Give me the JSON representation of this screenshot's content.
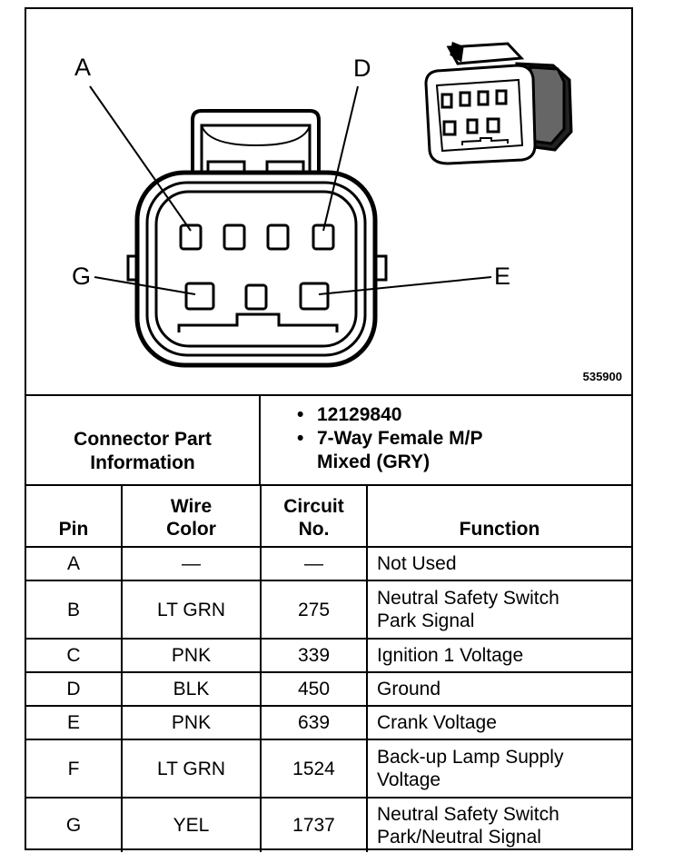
{
  "figure": {
    "pin_labels": {
      "a": "A",
      "d": "D",
      "g": "G",
      "e": "E"
    },
    "figure_id": "535900"
  },
  "connector": {
    "info_label_line1": "Connector Part",
    "info_label_line2": "Information",
    "bullet": "•",
    "items": [
      "12129840",
      "7-Way Female M/P",
      "Mixed (GRY)"
    ]
  },
  "table": {
    "headers": {
      "pin": "Pin",
      "wire_color_1": "Wire",
      "wire_color_2": "Color",
      "circuit_1": "Circuit",
      "circuit_2": "No.",
      "function": "Function"
    },
    "rows": [
      {
        "pin": "A",
        "color": "—",
        "circuit": "—",
        "function_1": "Not Used",
        "function_2": ""
      },
      {
        "pin": "B",
        "color": "LT GRN",
        "circuit": "275",
        "function_1": "Neutral Safety Switch",
        "function_2": "Park Signal"
      },
      {
        "pin": "C",
        "color": "PNK",
        "circuit": "339",
        "function_1": "Ignition 1 Voltage",
        "function_2": ""
      },
      {
        "pin": "D",
        "color": "BLK",
        "circuit": "450",
        "function_1": "Ground",
        "function_2": ""
      },
      {
        "pin": "E",
        "color": "PNK",
        "circuit": "639",
        "function_1": "Crank Voltage",
        "function_2": ""
      },
      {
        "pin": "F",
        "color": "LT GRN",
        "circuit": "1524",
        "function_1": "Back-up Lamp Supply",
        "function_2": "Voltage"
      },
      {
        "pin": "G",
        "color": "YEL",
        "circuit": "1737",
        "function_1": "Neutral Safety Switch",
        "function_2": "Park/Neutral Signal"
      }
    ]
  }
}
